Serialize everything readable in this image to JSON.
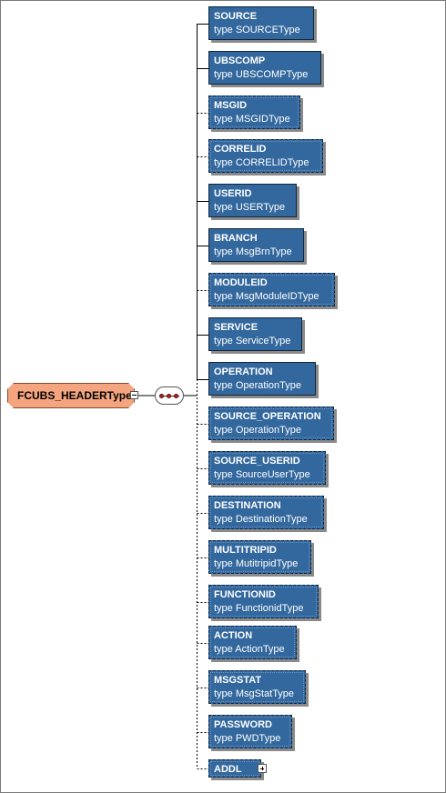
{
  "root": {
    "label": "FCUBS_HEADERType"
  },
  "elements": [
    {
      "name": "SOURCE",
      "type": "type SOURCEType",
      "optional": false
    },
    {
      "name": "UBSCOMP",
      "type": "type UBSCOMPType",
      "optional": false
    },
    {
      "name": "MSGID",
      "type": "type MSGIDType",
      "optional": true
    },
    {
      "name": "CORRELID",
      "type": "type CORRELIDType",
      "optional": true
    },
    {
      "name": "USERID",
      "type": "type USERType",
      "optional": false
    },
    {
      "name": "BRANCH",
      "type": "type MsgBrnType",
      "optional": false
    },
    {
      "name": "MODULEID",
      "type": "type MsgModuleIDType",
      "optional": true
    },
    {
      "name": "SERVICE",
      "type": "type ServiceType",
      "optional": false
    },
    {
      "name": "OPERATION",
      "type": "type OperationType",
      "optional": false
    },
    {
      "name": "SOURCE_OPERATION",
      "type": "type OperationType",
      "optional": true
    },
    {
      "name": "SOURCE_USERID",
      "type": "type SourceUserType",
      "optional": true
    },
    {
      "name": "DESTINATION",
      "type": "type DestinationType",
      "optional": true
    },
    {
      "name": "MULTITRIPID",
      "type": "type MutitripidType",
      "optional": true
    },
    {
      "name": "FUNCTIONID",
      "type": "type FunctionidType",
      "optional": true
    },
    {
      "name": "ACTION",
      "type": "type ActionType",
      "optional": true
    },
    {
      "name": "MSGSTAT",
      "type": "type MsgStatType",
      "optional": true
    },
    {
      "name": "PASSWORD",
      "type": "type PWDType",
      "optional": true
    },
    {
      "name": "ADDL",
      "type": "",
      "optional": true
    }
  ]
}
